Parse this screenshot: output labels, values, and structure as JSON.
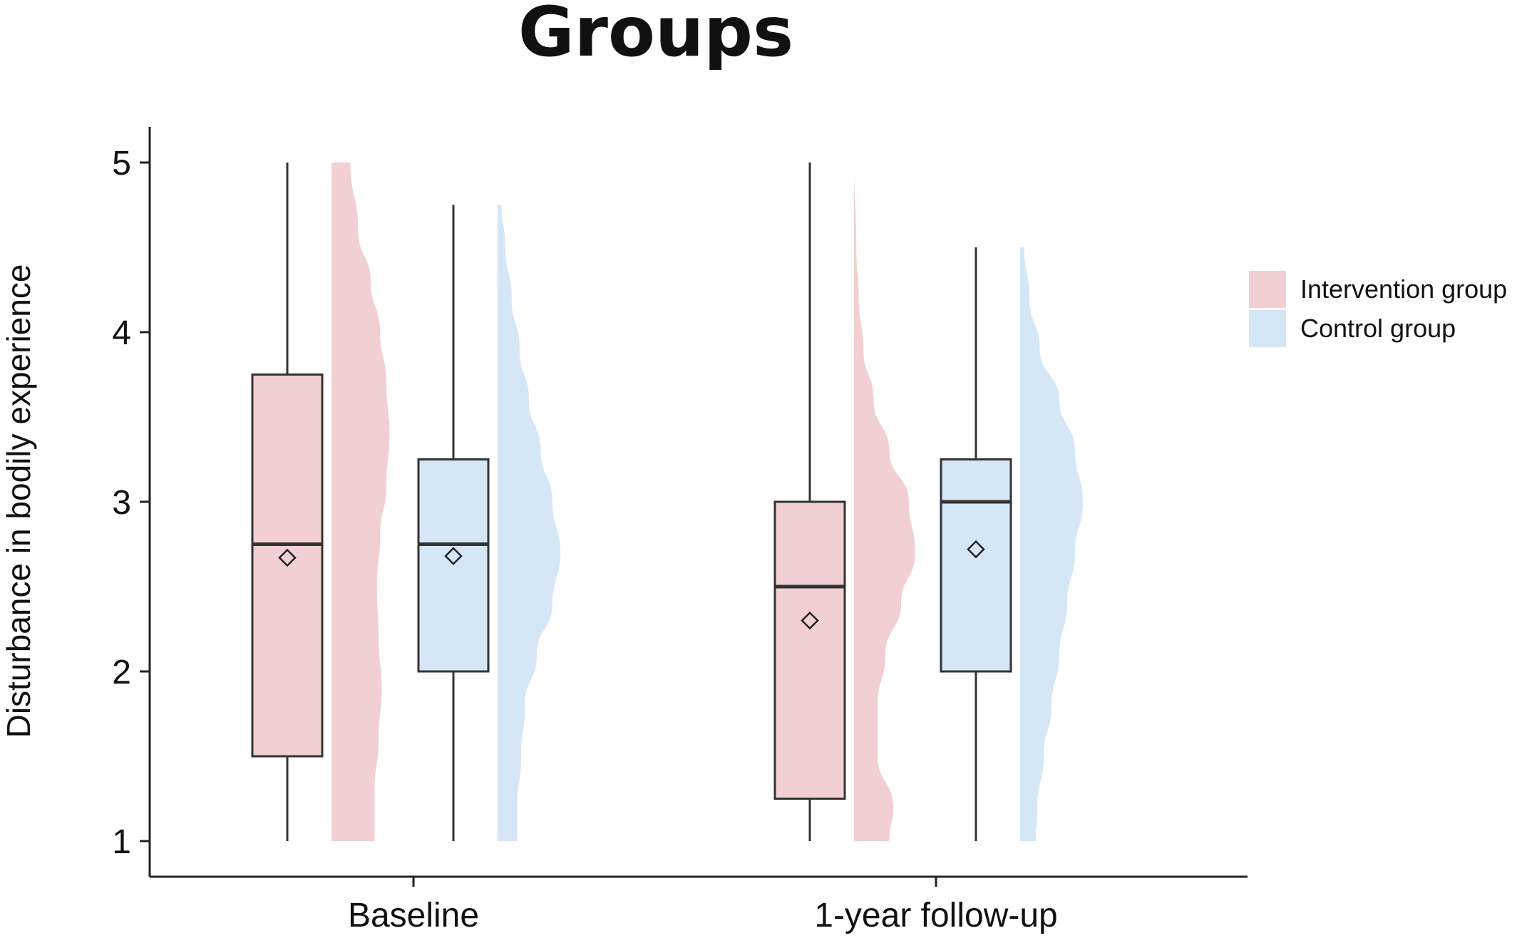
{
  "chart_data": {
    "type": "raincloud",
    "title": "Groups",
    "xlabel": "",
    "ylabel": "Disturbance in bodily experience",
    "ylim": [
      0.8,
      5.2
    ],
    "yticks": [
      "1",
      "2",
      "3",
      "4",
      "5"
    ],
    "categories": [
      "Baseline",
      "1-year follow-up"
    ],
    "legend_position": "right",
    "series": [
      {
        "name": "Intervention group",
        "color": "#f2d0d2",
        "boxes": [
          {
            "min": 1.0,
            "q1": 1.5,
            "median": 2.75,
            "q3": 3.75,
            "max": 5.0,
            "mean": 2.67
          },
          {
            "min": 1.0,
            "q1": 1.25,
            "median": 2.5,
            "q3": 3.0,
            "max": 5.0,
            "mean": 2.3
          }
        ],
        "density": [
          {
            "y": [
              1.0,
              1.3,
              1.6,
              1.9,
              2.2,
              2.5,
              2.8,
              3.1,
              3.4,
              3.7,
              4.0,
              4.3,
              4.6,
              5.0
            ],
            "d": [
              0.55,
              0.55,
              0.6,
              0.64,
              0.6,
              0.58,
              0.62,
              0.7,
              0.74,
              0.7,
              0.62,
              0.5,
              0.34,
              0.24
            ]
          },
          {
            "y": [
              1.0,
              1.2,
              1.5,
              1.8,
              2.1,
              2.4,
              2.7,
              3.0,
              3.3,
              3.6,
              3.9,
              4.2,
              4.5,
              5.0
            ],
            "d": [
              0.45,
              0.5,
              0.3,
              0.3,
              0.4,
              0.6,
              0.78,
              0.7,
              0.45,
              0.25,
              0.12,
              0.06,
              0.03,
              0.0
            ]
          }
        ]
      },
      {
        "name": "Control group",
        "color": "#d5e6f6",
        "boxes": [
          {
            "min": 1.0,
            "q1": 2.0,
            "median": 2.75,
            "q3": 3.25,
            "max": 4.75,
            "mean": 2.68
          },
          {
            "min": 1.0,
            "q1": 2.0,
            "median": 3.0,
            "q3": 3.25,
            "max": 4.5,
            "mean": 2.72
          }
        ],
        "density": [
          {
            "y": [
              1.0,
              1.2,
              1.5,
              1.8,
              2.1,
              2.4,
              2.7,
              3.0,
              3.3,
              3.6,
              3.9,
              4.2,
              4.5,
              4.75
            ],
            "d": [
              0.25,
              0.25,
              0.3,
              0.35,
              0.5,
              0.7,
              0.8,
              0.7,
              0.55,
              0.4,
              0.28,
              0.18,
              0.1,
              0.05
            ]
          },
          {
            "y": [
              1.0,
              1.2,
              1.5,
              1.8,
              2.1,
              2.4,
              2.7,
              3.0,
              3.3,
              3.6,
              3.9,
              4.2,
              4.5
            ],
            "d": [
              0.2,
              0.22,
              0.3,
              0.4,
              0.5,
              0.6,
              0.7,
              0.8,
              0.7,
              0.5,
              0.25,
              0.12,
              0.05
            ]
          }
        ]
      }
    ]
  }
}
